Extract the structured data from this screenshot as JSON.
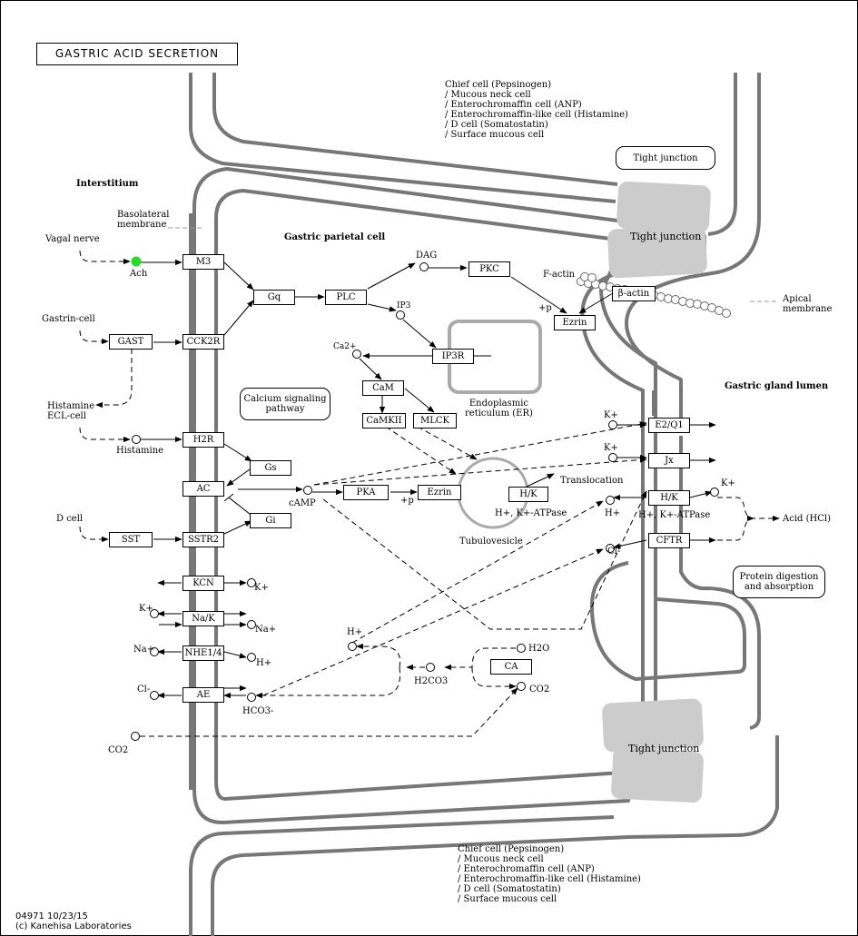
{
  "title": "GASTRIC ACID SECRETION",
  "regions": {
    "interstitium": "Interstitium",
    "parietal_cell": "Gastric parietal cell",
    "gland_lumen": "Gastric gland lumen",
    "basolateral": [
      "Basolateral",
      "membrane"
    ],
    "apical": [
      "Apical",
      "membrane"
    ],
    "er": [
      "Endoplasmic",
      "reticulum (ER)"
    ],
    "tubulovesicle": "Tubulovesicle",
    "translocation": "Translocation",
    "f_actin": "F-actin"
  },
  "cells_top": [
    "Chief cell (Pepsinogen)",
    "/ Mucous neck cell",
    "/ Enterochromaffin cell (ANP)",
    "/ Enterochromaffin-like cell (Histamine)",
    "/ D cell (Somatostatin)",
    "/ Surface mucous cell"
  ],
  "cells_bottom": [
    "Chief cell (Pepsinogen)",
    "/ Mucous neck cell",
    "/ Enterochromaffin cell (ANP)",
    "/ Enterochromaffin-like cell (Histamine)",
    "/ D cell (Somatostatin)",
    "/ Surface mucous cell"
  ],
  "tight_junctions": {
    "box_label": "Tight junction",
    "upper": "Tight junction",
    "lower": "Tight junction"
  },
  "sources": {
    "vagal": "Vagal nerve",
    "gastrin_cell": "Gastrin-cell",
    "histamine_ecl": [
      "Histamine",
      "ECL-cell"
    ],
    "d_cell": "D cell"
  },
  "genes": {
    "m3": "M3",
    "gast": "GAST",
    "cck2r": "CCK2R",
    "h2r": "H2R",
    "ac": "AC",
    "sst": "SST",
    "sstr2": "SSTR2",
    "gq": "Gq",
    "plc": "PLC",
    "pkc": "PKC",
    "gs": "Gs",
    "gi": "Gi",
    "pka": "PKA",
    "ezrin1": "Ezrin",
    "ezrin2": "Ezrin",
    "ip3r": "IP3R",
    "cam": "CaM",
    "camkii": "CaMKII",
    "mlck": "MLCK",
    "beta_actin": "β-actin",
    "hk_vesicle": "H/K",
    "e2q1": "E2/Q1",
    "jx": "Jx",
    "hk": "H/K",
    "cftr": "CFTR",
    "kcn": "KCN",
    "nak": "Na/K",
    "nhe": "NHE1/4",
    "ae": "AE",
    "ca": "CA"
  },
  "compounds": {
    "ach": "Ach",
    "histamine": "Histamine",
    "camp": "cAMP",
    "dag": "DAG",
    "ip3": "IP3",
    "ca2": "Ca2+",
    "k_e2": "K+",
    "k_jx": "K+",
    "k_hk": "K+",
    "h_hk": "H+",
    "cl_cftr": "Cl-",
    "k_kcn": "K+",
    "k_nak": "K+",
    "na_nak": "Na+",
    "na_nhe": "Na+",
    "h_nhe": "H+",
    "cl_ae": "Cl-",
    "hco3": "HCO3-",
    "h_mid": "H+",
    "h2co3": "H2CO3",
    "h2o": "H2O",
    "co2_mid": "CO2",
    "co2_left": "CO2"
  },
  "annotations": {
    "plus_p_1": "+p",
    "plus_p_2": "+p",
    "atpase_vesicle": "H+, K+-ATPase",
    "atpase_membrane": "H+, K+-ATPase",
    "acid": "Acid (HCl)"
  },
  "maps": {
    "calcium": [
      "Calcium signaling",
      "pathway"
    ],
    "protein": [
      "Protein digestion",
      "and absorption"
    ]
  },
  "footer": [
    "04971 10/23/15",
    "(c) Kanehisa Laboratories"
  ],
  "colors": {
    "membrane": "#777777",
    "tight_junction": "#cccccc",
    "ach": "#22dd22",
    "er": "#aaaaaa"
  }
}
